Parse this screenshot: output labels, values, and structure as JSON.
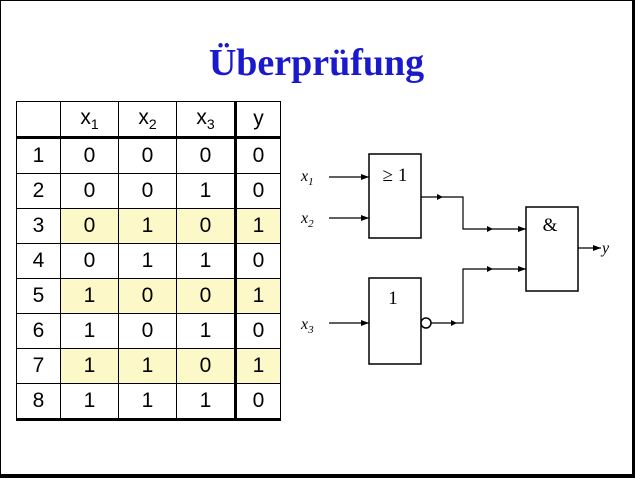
{
  "title": "Überprüfung",
  "table": {
    "headers": [
      {
        "base": "",
        "sub": ""
      },
      {
        "base": "x",
        "sub": "1"
      },
      {
        "base": "x",
        "sub": "2"
      },
      {
        "base": "x",
        "sub": "3"
      },
      {
        "base": "y",
        "sub": ""
      }
    ],
    "rows": [
      {
        "idx": "1",
        "vals": [
          "0",
          "0",
          "0",
          "0"
        ],
        "highlight": false
      },
      {
        "idx": "2",
        "vals": [
          "0",
          "0",
          "1",
          "0"
        ],
        "highlight": false
      },
      {
        "idx": "3",
        "vals": [
          "0",
          "1",
          "0",
          "1"
        ],
        "highlight": true
      },
      {
        "idx": "4",
        "vals": [
          "0",
          "1",
          "1",
          "0"
        ],
        "highlight": false
      },
      {
        "idx": "5",
        "vals": [
          "1",
          "0",
          "0",
          "1"
        ],
        "highlight": true
      },
      {
        "idx": "6",
        "vals": [
          "1",
          "0",
          "1",
          "0"
        ],
        "highlight": false
      },
      {
        "idx": "7",
        "vals": [
          "1",
          "1",
          "0",
          "1"
        ],
        "highlight": true
      },
      {
        "idx": "8",
        "vals": [
          "1",
          "1",
          "1",
          "0"
        ],
        "highlight": false
      }
    ],
    "highlight_color": "#fdf8c8"
  },
  "circuit": {
    "inputs": [
      {
        "base": "x",
        "sub": "1"
      },
      {
        "base": "x",
        "sub": "2"
      },
      {
        "base": "x",
        "sub": "3"
      }
    ],
    "output": "y",
    "gates": {
      "or_label": "≥ 1",
      "not_label": "1",
      "and_label": "&"
    }
  }
}
